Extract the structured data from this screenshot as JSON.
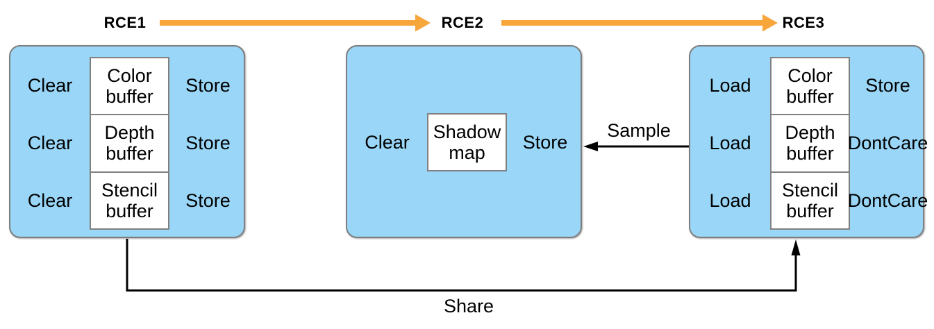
{
  "header": {
    "labels": [
      "RCE1",
      "RCE2",
      "RCE3"
    ]
  },
  "encoders": [
    {
      "rows": [
        {
          "left": "Clear",
          "center": "Color buffer",
          "right": "Store"
        },
        {
          "left": "Clear",
          "center": "Depth buffer",
          "right": "Store"
        },
        {
          "left": "Clear",
          "center": "Stencil buffer",
          "right": "Store"
        }
      ]
    },
    {
      "rows": [
        {
          "left": "Clear",
          "center": "Shadow map",
          "right": "Store"
        }
      ]
    },
    {
      "rows": [
        {
          "left": "Load",
          "center": "Color buffer",
          "right": "Store"
        },
        {
          "left": "Load",
          "center": "Depth buffer",
          "right": "DontCare"
        },
        {
          "left": "Load",
          "center": "Stencil buffer",
          "right": "DontCare"
        }
      ]
    }
  ],
  "annotations": {
    "sample": "Sample",
    "share": "Share"
  },
  "colors": {
    "box_fill": "#99d6f7",
    "box_border": "#7e7e7e",
    "inner_border": "#808080",
    "arrow_orange": "#f7a63c",
    "line_black": "#000000",
    "text_color": "#000000"
  }
}
